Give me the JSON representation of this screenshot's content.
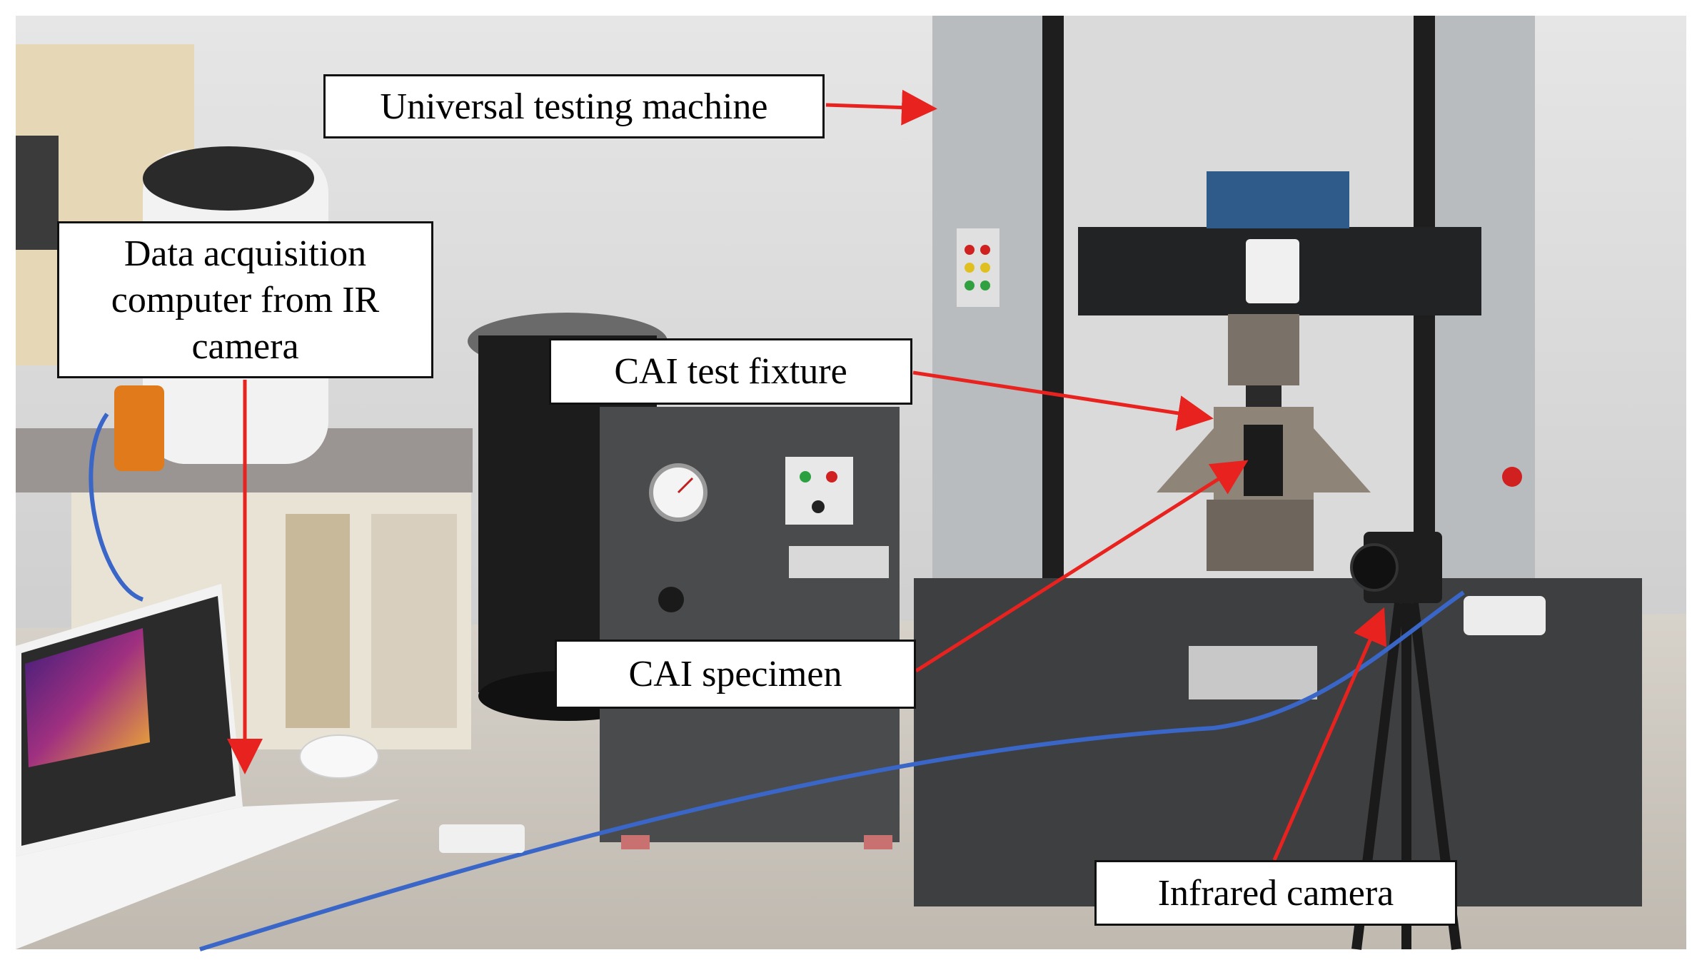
{
  "labels": {
    "utm": "Universal testing machine",
    "daq": "Data acquisition\ncomputer from IR\ncamera",
    "fixture": "CAI test fixture",
    "specimen": "CAI specimen",
    "ircam": "Infrared camera"
  },
  "colors": {
    "arrow": "#e8231f",
    "label_border": "#111111",
    "label_bg": "#ffffff",
    "wall": "#dcdcdc",
    "floor": "#cfcac2",
    "machine_frame": "#b9bcbf",
    "machine_dark": "#222324",
    "cabinet": "#4a4b4d"
  },
  "icons": {
    "laptop": "laptop-icon",
    "infrared_camera": "infrared-camera-icon",
    "pressure_gauge": "pressure-gauge-icon"
  }
}
